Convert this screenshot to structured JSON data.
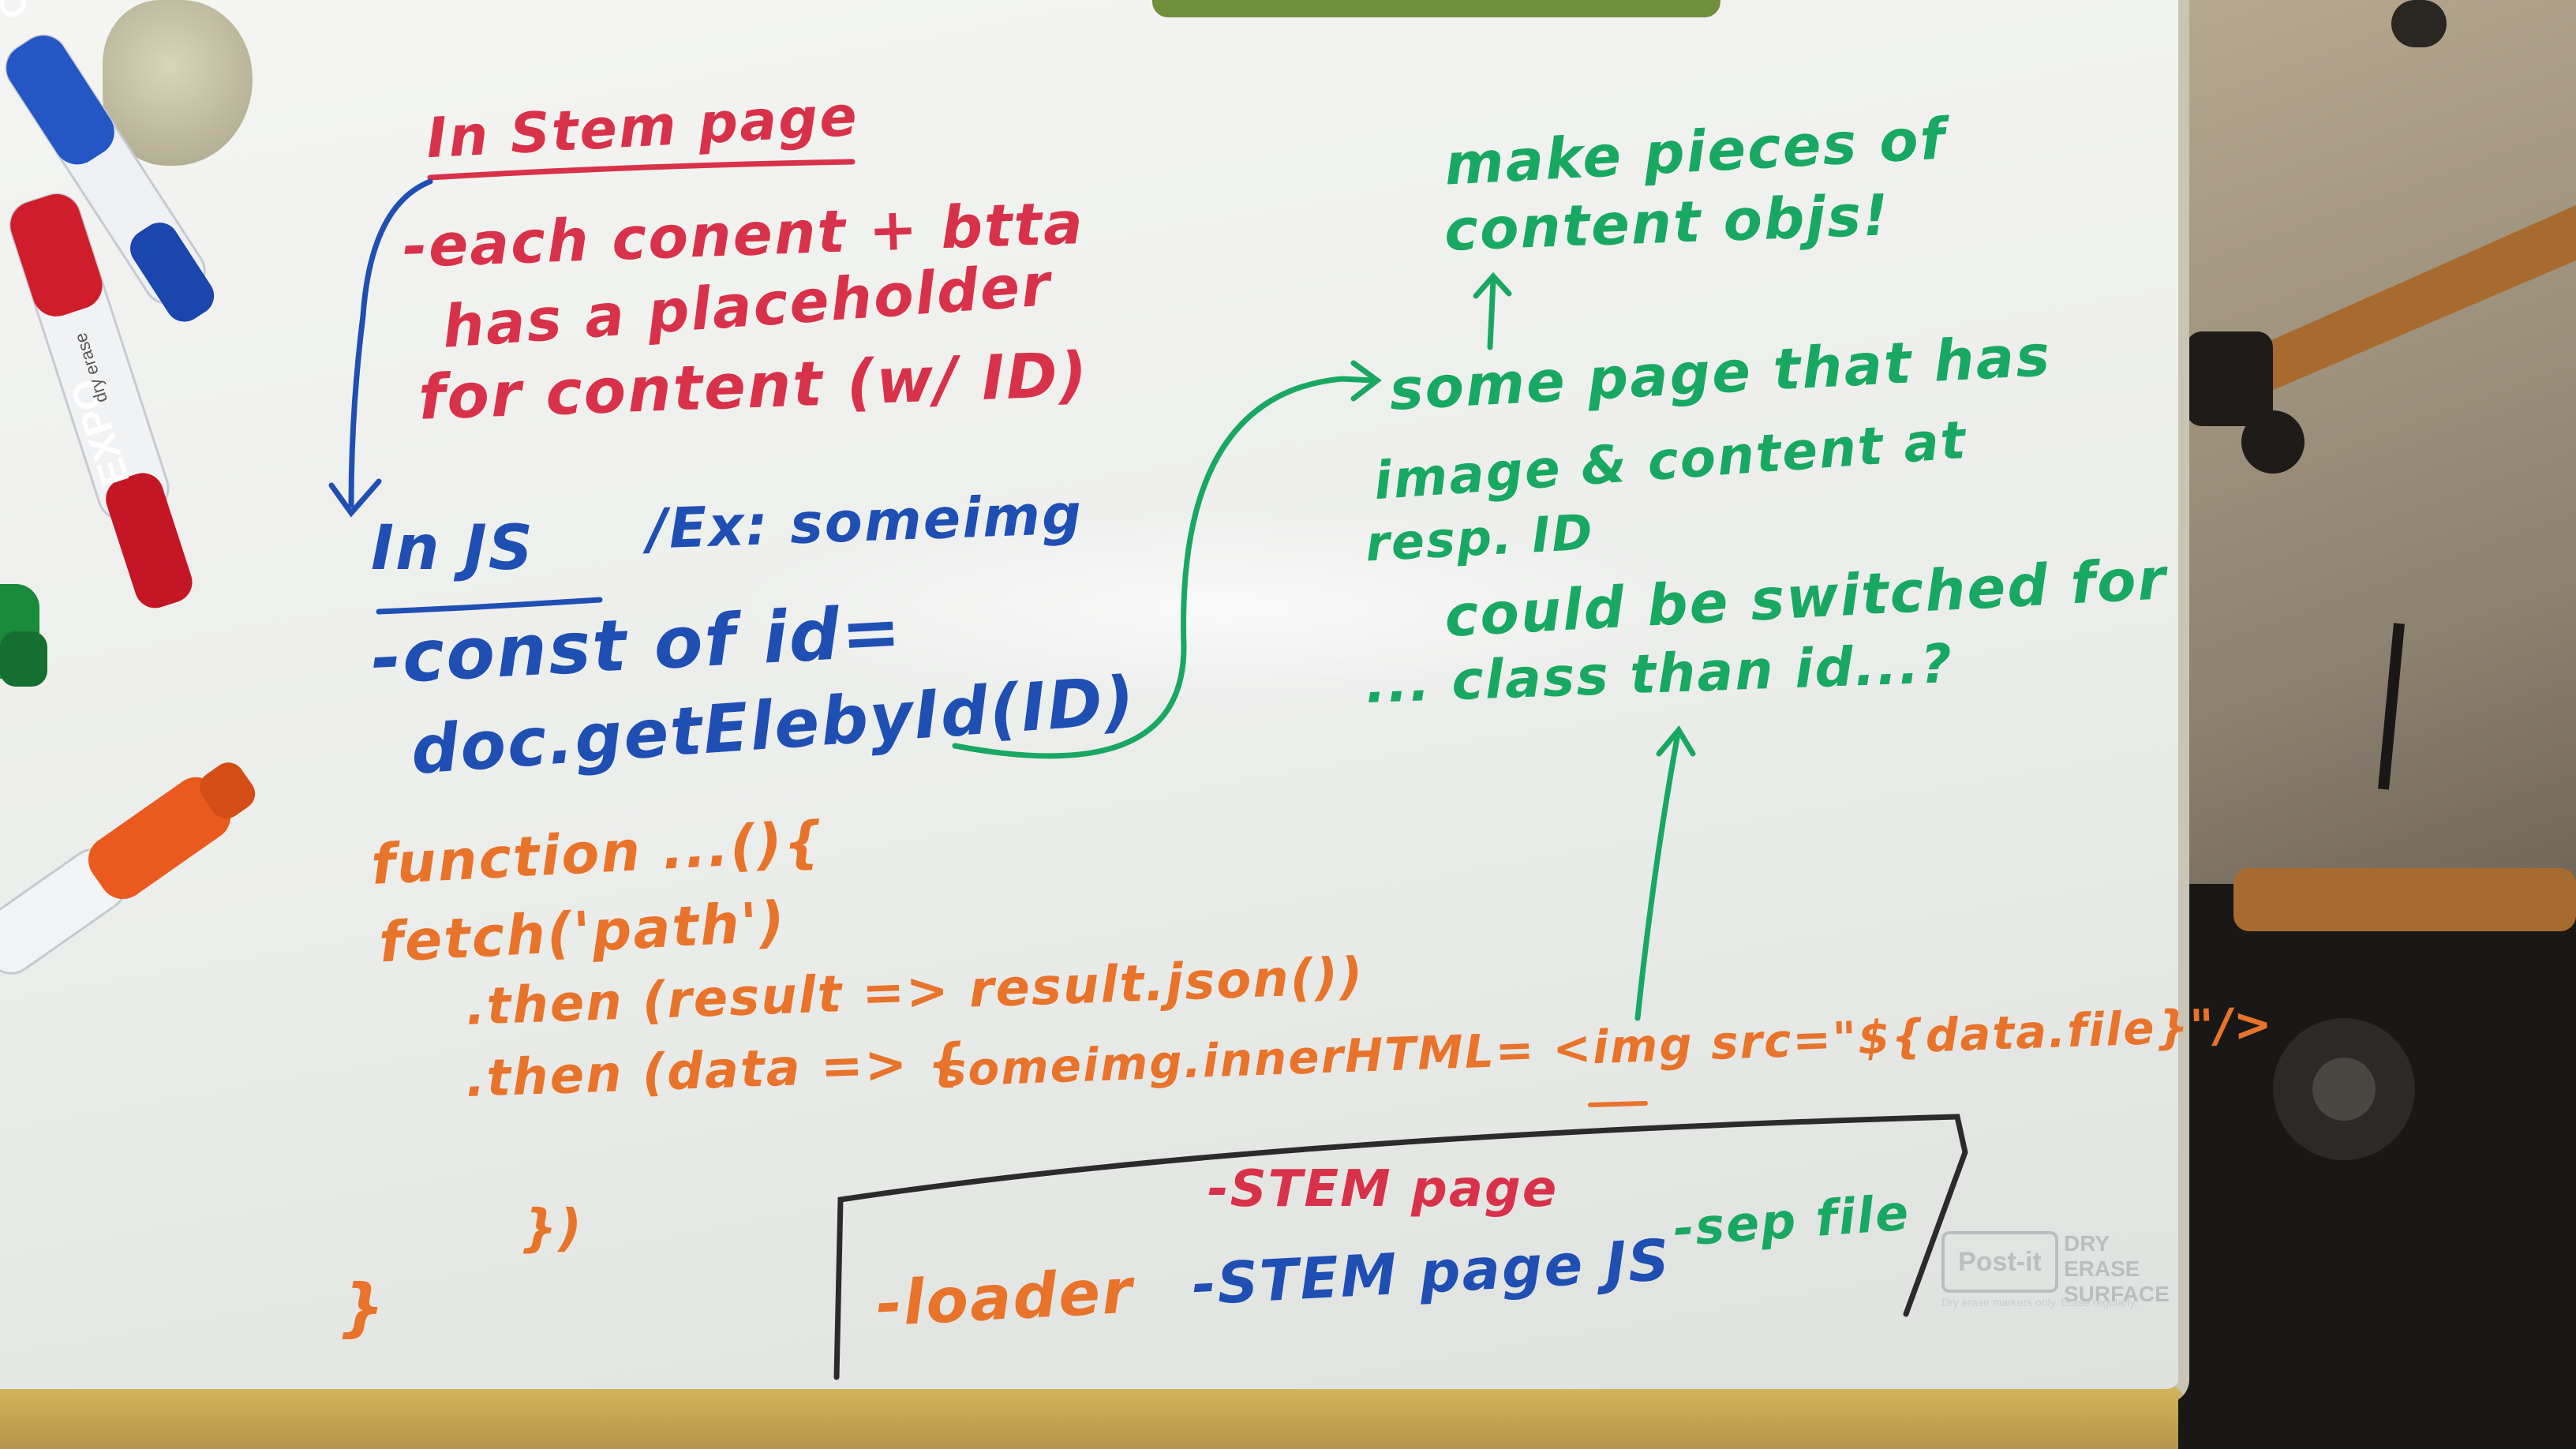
{
  "whiteboard": {
    "red_notes": {
      "heading": "In Stem page",
      "line1": "-each conent + btta",
      "line2": "has a placeholder",
      "line3": "for content (w/ ID)"
    },
    "blue_notes": {
      "heading": "In JS",
      "aside": "/Ex: someimg",
      "line1": "-const of id=",
      "line2": "doc.getElebyId(ID)"
    },
    "orange_notes": {
      "line1": "function ...(){",
      "line2": "fetch('path')",
      "line3": ".then (result => result.json())",
      "line4": ".then (data => {",
      "line5": "someimg.innerHTML= <img src=\"${data.file}\"/>",
      "line6": "})",
      "line7": "}"
    },
    "green_notes": {
      "top1": "make pieces of",
      "top2": "content objs!",
      "mid1": "some page that has",
      "mid2": "image & content at",
      "mid3": "resp. ID",
      "mid4": "could be switched for",
      "mid5": "... class than id...?"
    },
    "boxed_notes": {
      "stem_page": "-STEM page",
      "loader": "-loader",
      "stem_js": "-STEM page JS",
      "sep_file": "-sep file"
    },
    "sticker": {
      "brand": "Post-it",
      "label": "DRY ERASE SURFACE",
      "fine_print": "Dry erase markers only. Erase regularly."
    }
  },
  "markers": {
    "blue_brand": "EXPO",
    "red_brand": "EXPO",
    "red_sub": "dry erase"
  },
  "colors": {
    "red_ink": "#d8324a",
    "blue_ink": "#1f4fb3",
    "green_ink": "#19a862",
    "orange_ink": "#e8732a",
    "black_ink": "#2b2b2b"
  }
}
